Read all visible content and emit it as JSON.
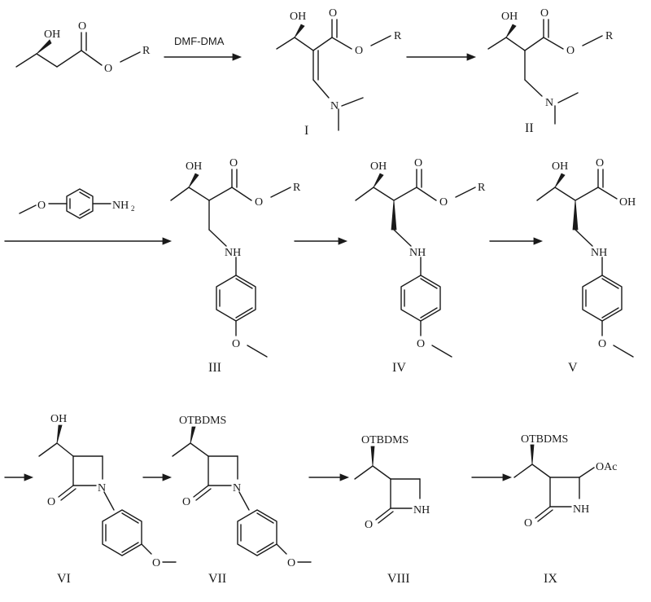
{
  "atoms": {
    "oh": "OH",
    "o": "O",
    "r": "R",
    "n": "N",
    "nh": "NH",
    "oh_acid": "OH",
    "nh2": "NH",
    "sub2": "2",
    "otbdms": "OTBDMS",
    "oac": "OAc"
  },
  "reagents": {
    "dmf_dma": "DMF-DMA"
  },
  "compound_labels": [
    "I",
    "II",
    "III",
    "IV",
    "V",
    "VI",
    "VII",
    "VIII",
    "IX"
  ]
}
